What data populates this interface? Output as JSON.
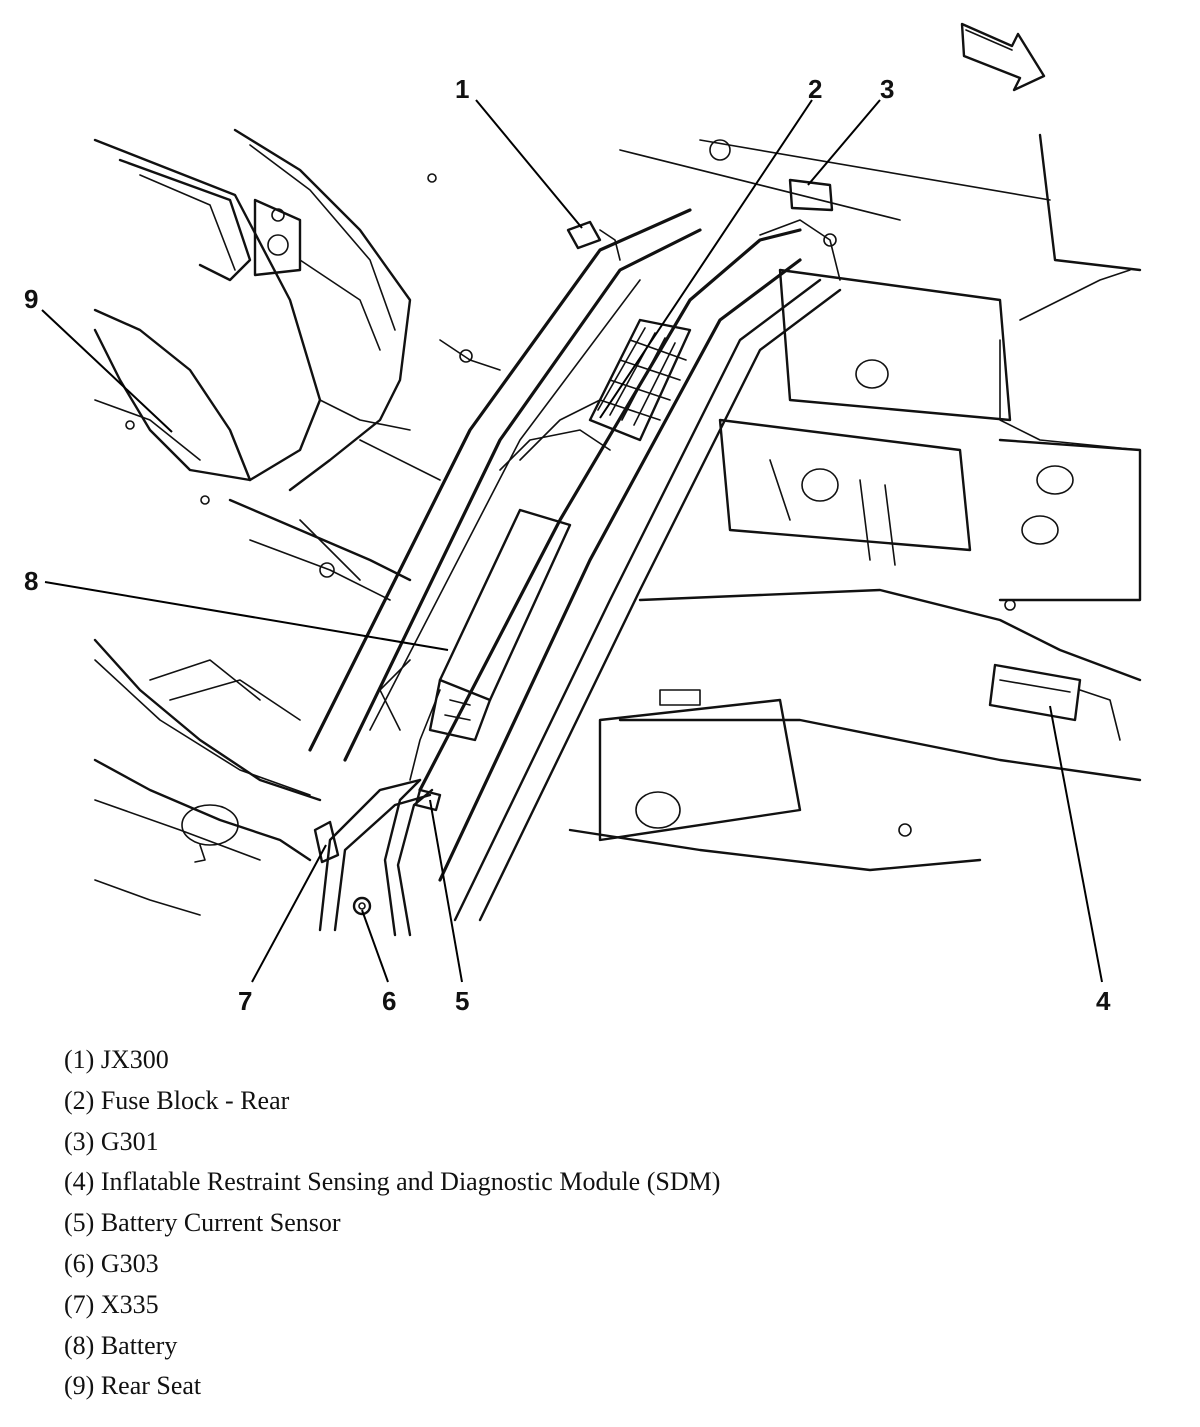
{
  "callouts": [
    {
      "number": "1"
    },
    {
      "number": "2"
    },
    {
      "number": "3"
    },
    {
      "number": "4"
    },
    {
      "number": "5"
    },
    {
      "number": "6"
    },
    {
      "number": "7"
    },
    {
      "number": "8"
    },
    {
      "number": "9"
    }
  ],
  "legend": [
    {
      "text": "(1) JX300"
    },
    {
      "text": "(2) Fuse Block - Rear"
    },
    {
      "text": "(3) G301"
    },
    {
      "text": "(4) Inflatable Restraint Sensing and Diagnostic Module (SDM)"
    },
    {
      "text": "(5) Battery Current Sensor"
    },
    {
      "text": "(6) G303"
    },
    {
      "text": "(7) X335"
    },
    {
      "text": "(8) Battery"
    },
    {
      "text": "(9) Rear Seat"
    }
  ],
  "direction_arrow": {
    "icon": "direction-arrow-icon"
  }
}
